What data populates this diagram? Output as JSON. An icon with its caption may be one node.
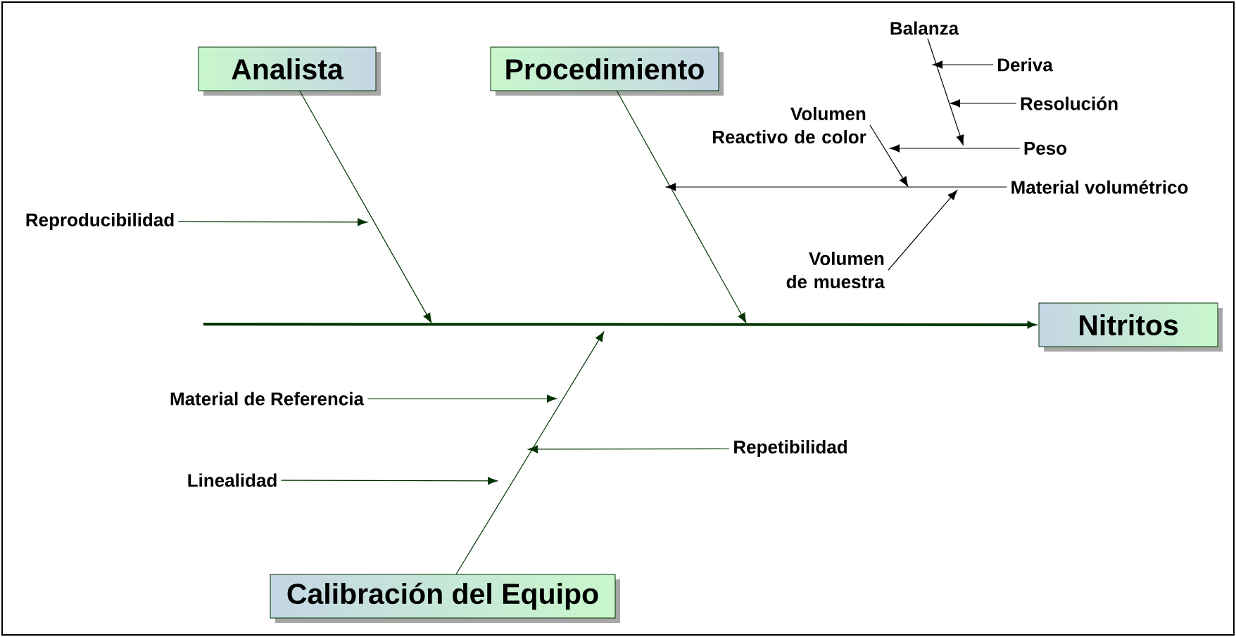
{
  "diagram": {
    "nodes": [
      {
        "text": [
          "Analista"
        ]
      },
      {
        "text": [
          "Procedimiento"
        ]
      },
      {
        "text": [
          "Nitritos"
        ]
      },
      {
        "text": [
          "Calibración del Equipo"
        ]
      },
      {
        "text": [
          "Reproducibilidad"
        ]
      },
      {
        "text": [
          "Balanza"
        ]
      },
      {
        "text": [
          "Deriva"
        ]
      },
      {
        "text": [
          "Resolución"
        ]
      },
      {
        "text": [
          "Peso"
        ]
      },
      {
        "text": [
          "Volumen Reactivo de color"
        ]
      },
      {
        "text": [
          "Material volumétrico"
        ]
      },
      {
        "text": [
          "Volumen de muestra"
        ]
      },
      {
        "text": [
          "Material de Referencia"
        ]
      },
      {
        "text": [
          "Repetibilidad"
        ]
      },
      {
        "text": [
          "Linealidad"
        ]
      }
    ],
    "edges": [
      {
        "from": null,
        "to": 2,
        "arrow": "to",
        "style": "thick"
      },
      {
        "from": 0,
        "to": null,
        "arrow": "to"
      },
      {
        "from": 1,
        "to": null,
        "arrow": "to"
      },
      {
        "from": 3,
        "to": null,
        "arrow": "to"
      },
      {
        "from": 4,
        "to": null,
        "arrow": "to"
      },
      {
        "from": 12,
        "to": null,
        "arrow": "to"
      },
      {
        "from": 13,
        "to": null,
        "arrow": "to"
      },
      {
        "from": 14,
        "to": null,
        "arrow": "to"
      },
      {
        "from": 10,
        "to": null,
        "arrow": "to",
        "color": "#000000"
      },
      {
        "from": 5,
        "to": null,
        "arrow": "to",
        "color": "#000000"
      },
      {
        "from": 6,
        "to": 5,
        "arrow": "to",
        "color": "#000000"
      },
      {
        "from": 7,
        "to": null,
        "arrow": "to",
        "color": "#000000"
      },
      {
        "from": 8,
        "to": 9,
        "arrow": "to",
        "color": "#000000"
      },
      {
        "from": 9,
        "to": null,
        "arrow": "to",
        "color": "#000000"
      },
      {
        "from": 11,
        "to": null,
        "arrow": "to",
        "color": "#000000"
      }
    ]
  }
}
